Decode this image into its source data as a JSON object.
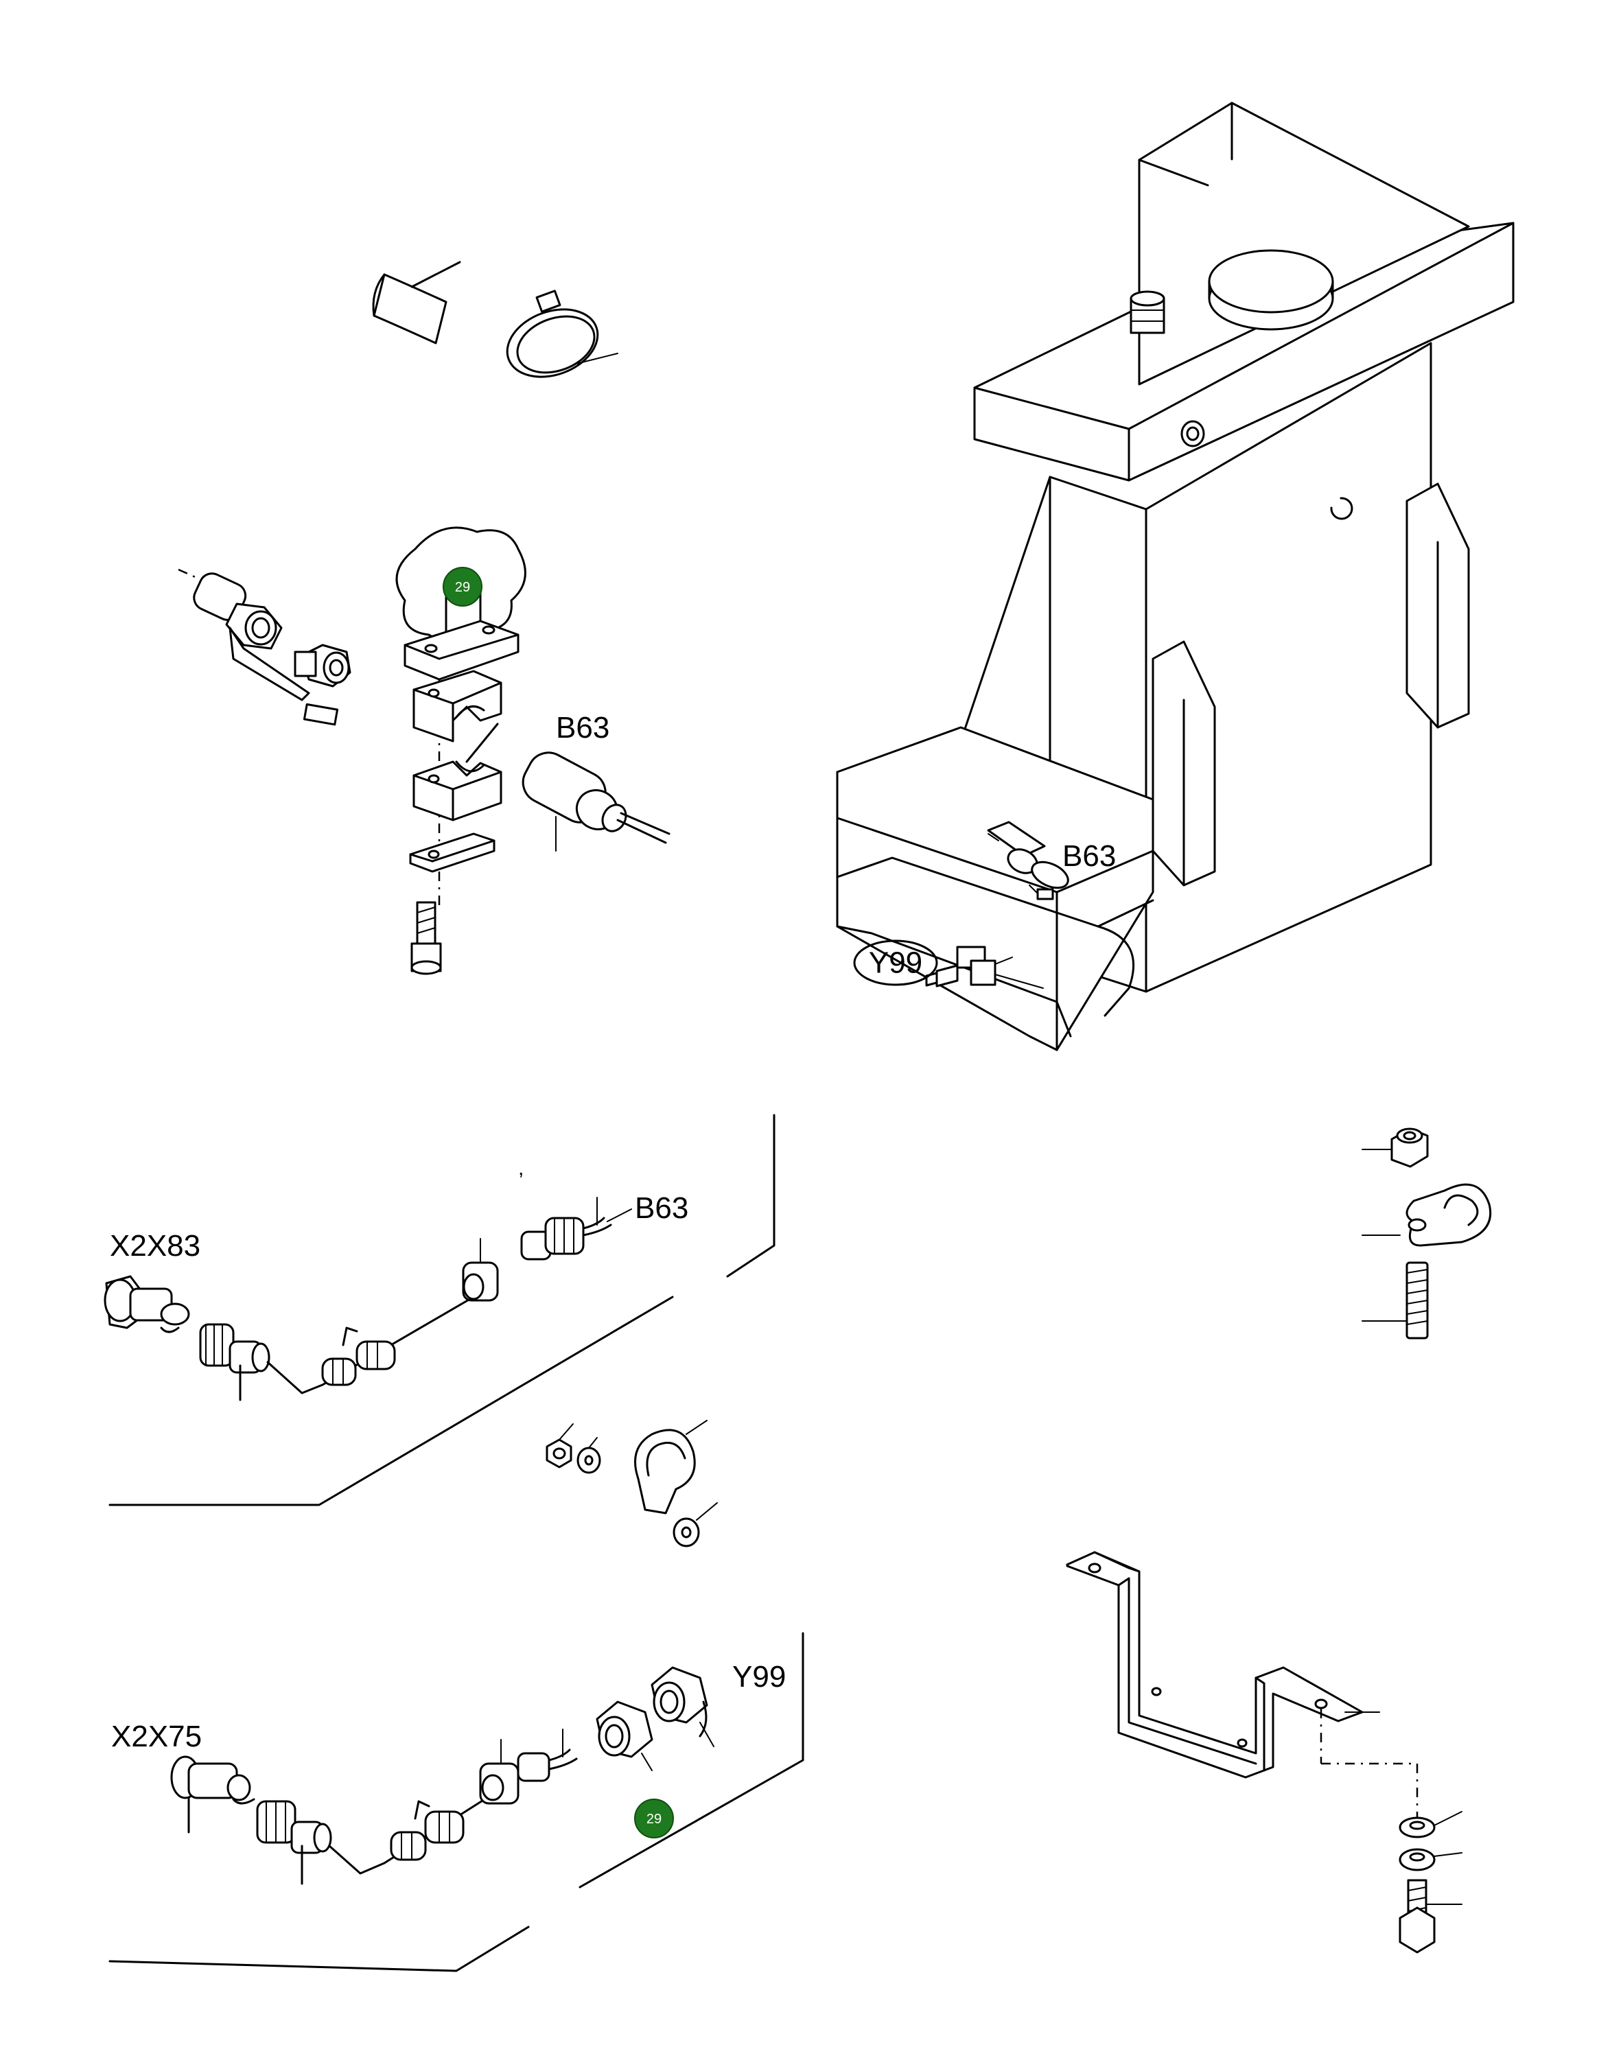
{
  "labels": {
    "b63_clamp": "B63",
    "b63_machine": "B63",
    "y99_machine": "Y99",
    "b63_cable": "B63",
    "x2x83": "X2X83",
    "y99_cable": "Y99",
    "x2x75": "X2X75"
  },
  "badges": {
    "clamp_knob": "29",
    "y99_fitting": "29"
  },
  "colors": {
    "badge_fill": "#1e7a1e",
    "line": "#000000",
    "background": "#ffffff"
  }
}
